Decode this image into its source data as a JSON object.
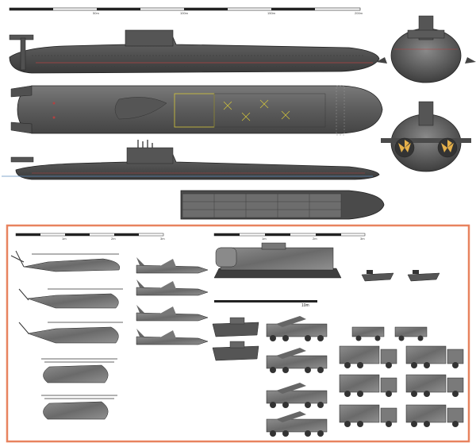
{
  "sub_scale": {
    "ticks": [
      "50m",
      "100m",
      "150m",
      "200m"
    ]
  },
  "aircraft_scale": {
    "ticks": [
      "1m",
      "2m",
      "3m"
    ]
  },
  "hover_scale": {
    "ticks": [
      "1m",
      "2m",
      "3m"
    ]
  },
  "vehicle_scale": {
    "ticks": [
      "10m"
    ]
  },
  "colors": {
    "hull": "#4a4a4a",
    "deck": "#686868",
    "panel_border": "#e8835f",
    "deck_panel": "#d4c63a",
    "waterline": "#b24141",
    "propeller": "#e5b04a"
  }
}
